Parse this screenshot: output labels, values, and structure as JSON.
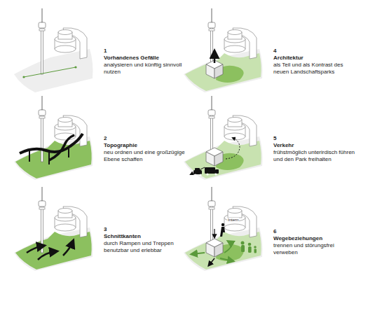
{
  "diagram": {
    "labels": [
      "1",
      "Vorhandenes Gefälle",
      "analysieren und künftig sinnvoll nutzen",
      "2",
      "Topographie",
      "neu ordnen und eine großzügige Ebene schaffen",
      "3",
      "Schnittkanten",
      "durch Rampen und Treppen benutzbar und erlebbar",
      "4",
      "Architektur",
      "als Teil und als Kontrast des neuen Landschaftsparks",
      "5",
      "Verkehr",
      "frühstmöglich unterirdisch führen und den Park freihalten",
      "6",
      "Wegebeziehungen",
      "trennen und störungsfrei verweben",
      "Intern"
    ]
  }
}
